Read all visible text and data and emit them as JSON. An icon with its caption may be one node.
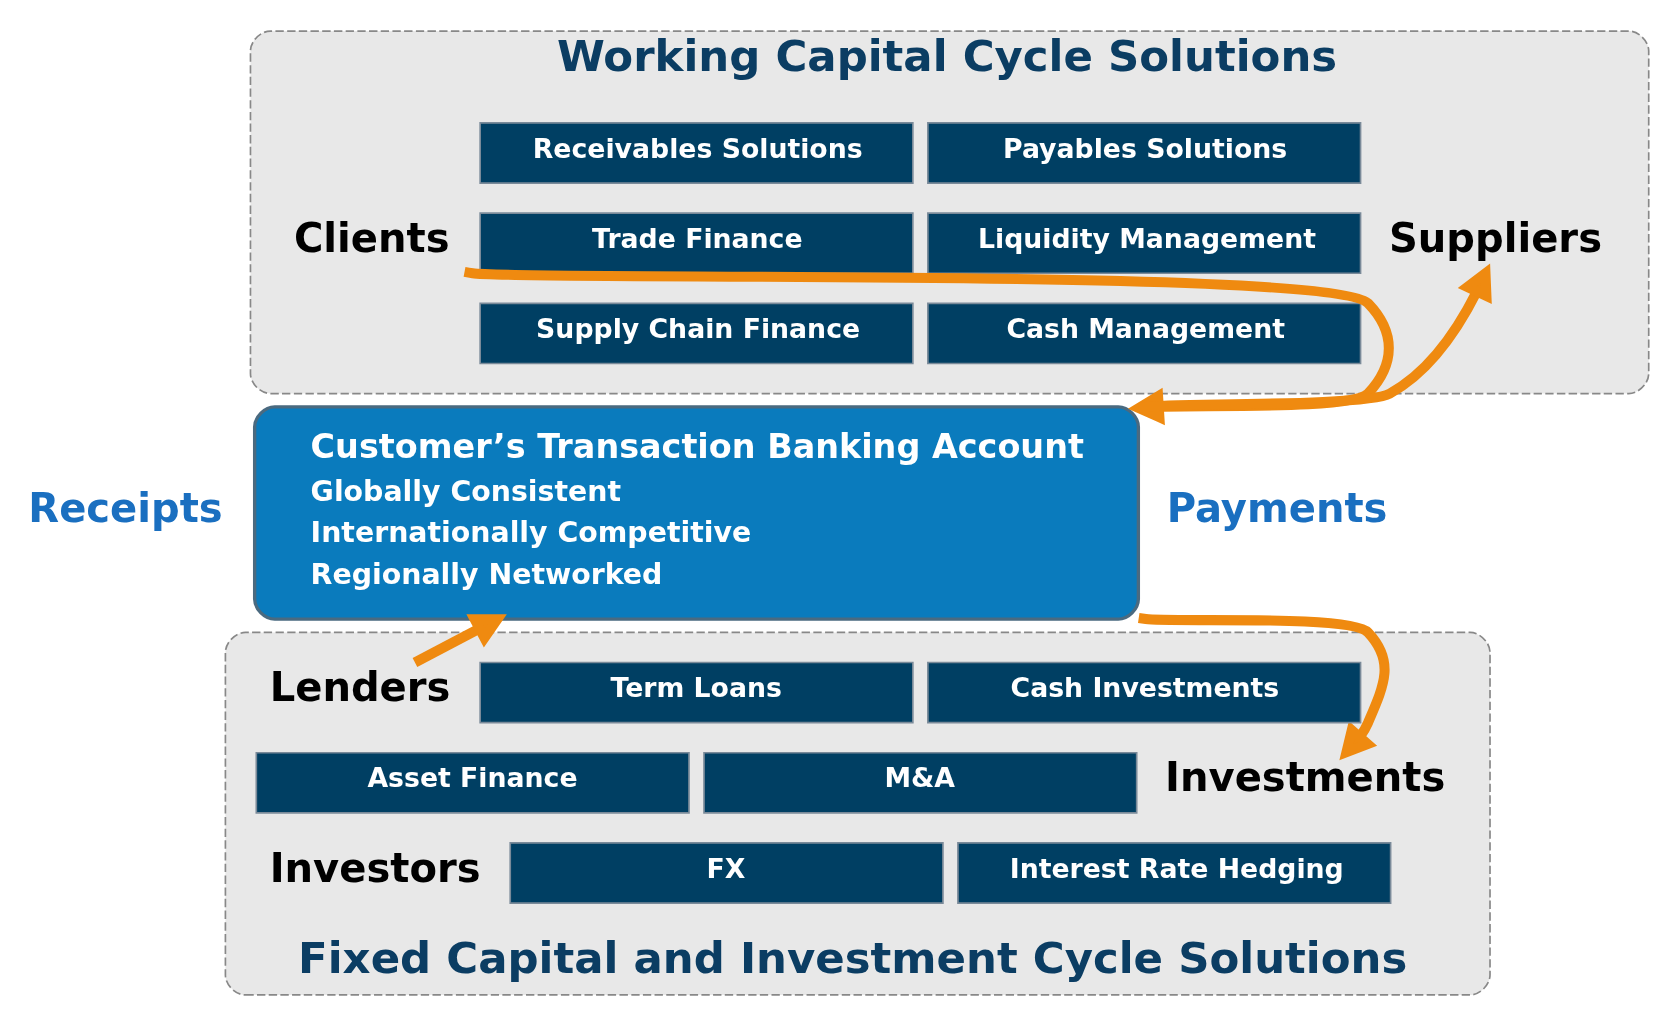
{
  "diagram": {
    "nodes": [
      {
        "text": [
          "Working Capital Cycle Solutions"
        ]
      },
      {
        "text": [
          "Receivables Solutions"
        ],
        "in": 0
      },
      {
        "text": [
          "Payables Solutions"
        ],
        "in": 0
      },
      {
        "text": [
          "Trade Finance"
        ],
        "in": 0
      },
      {
        "text": [
          "Liquidity Management"
        ],
        "in": 0
      },
      {
        "text": [
          "Supply Chain Finance"
        ],
        "in": 0
      },
      {
        "text": [
          "Cash Management"
        ],
        "in": 0
      },
      {
        "text": [
          "Clients"
        ],
        "in": 0
      },
      {
        "text": [
          "Suppliers"
        ],
        "in": 0
      },
      {
        "text": [
          "Customer’s Transaction Banking Account",
          "Globally Consistent",
          "Internationally Competitive",
          "Regionally Networked"
        ]
      },
      {
        "text": [
          "Fixed Capital and Investment Cycle Solutions"
        ]
      },
      {
        "text": [
          "Term Loans"
        ],
        "in": 10
      },
      {
        "text": [
          "Cash Investments"
        ],
        "in": 10
      },
      {
        "text": [
          "Asset Finance"
        ],
        "in": 10
      },
      {
        "text": [
          "M&A"
        ],
        "in": 10
      },
      {
        "text": [
          "FX"
        ],
        "in": 10
      },
      {
        "text": [
          "Interest Rate Hedging"
        ],
        "in": 10
      },
      {
        "text": [
          "Lenders"
        ],
        "in": 10
      },
      {
        "text": [
          "Investors"
        ],
        "in": 10
      },
      {
        "text": [
          "Investments"
        ],
        "in": 10
      }
    ],
    "edges": [
      {
        "from": 7,
        "to": 9,
        "arrow": "to"
      },
      {
        "from": 17,
        "to": 9,
        "arrow": "to"
      },
      {
        "from": 9,
        "to": 8,
        "arrow": "to"
      },
      {
        "from": 9,
        "to": 19,
        "arrow": "to"
      }
    ],
    "labels": [
      "Receipts",
      "Payments"
    ]
  }
}
